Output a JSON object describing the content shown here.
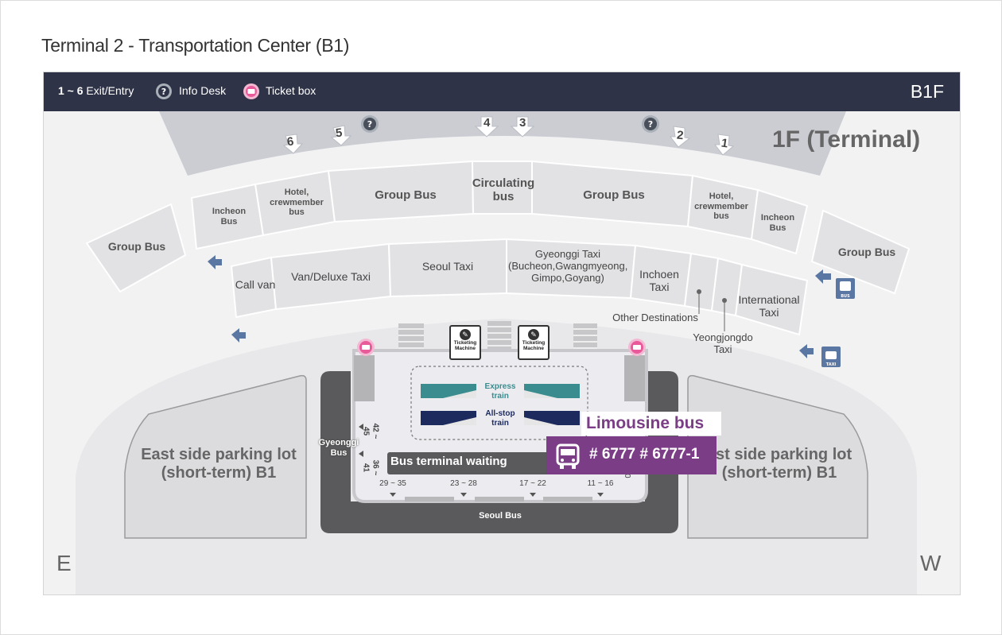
{
  "title": "Terminal 2 - Transportation Center (B1)",
  "legend": {
    "exit_range": "1 ~ 6",
    "exit_label": "Exit/Entry",
    "info_label": "Info Desk",
    "ticket_label": "Ticket box"
  },
  "floor": "B1F",
  "terminal_label": "1F (Terminal)",
  "exits": [
    "6",
    "5",
    "4",
    "3",
    "2",
    "1"
  ],
  "zones": {
    "group_bus_left": "Group Bus",
    "incheon_bus_left": "Incheon Bus",
    "hotel_left": "Hotel, crewmember bus",
    "group_bus_mid_left": "Group Bus",
    "circulating": "Circulating bus",
    "group_bus_mid_right": "Group Bus",
    "hotel_right": "Hotel, crewmember bus",
    "incheon_bus_right": "Incheon Bus",
    "group_bus_right": "Group Bus",
    "call_van": "Call van",
    "van_deluxe": "Van/Deluxe Taxi",
    "seoul_taxi": "Seoul Taxi",
    "gyeonggi_taxi": "Gyeonggi Taxi (Bucheon,Gwangmyeong, Gimpo,Goyang)",
    "incheon_taxi": "Inchoen Taxi",
    "international_taxi": "International Taxi",
    "other_destinations": "Other Destinations",
    "yeongjongdo_taxi": "Yeongjongdo Taxi"
  },
  "ticketing_machine": "Ticketing Machine",
  "trains": {
    "express": "Express train",
    "allstop": "All-stop train"
  },
  "bus_terminal": {
    "waiting": "Bus terminal waiting",
    "gyeonggi_bus": "Gyeonggi Bus",
    "seoul_bus": "Seoul Bus",
    "platforms_left": [
      "42 ~ 45",
      "36 ~ 41"
    ],
    "platforms_bottom": [
      "29 ~ 35",
      "23 ~ 28",
      "17 ~ 22",
      "11 ~ 16"
    ],
    "platform_edge": "0"
  },
  "parking": {
    "east": "East side parking lot (short-term) B1",
    "west": "est side parking lot (short-term) B1"
  },
  "compass": {
    "east": "E",
    "west": "W"
  },
  "limousine": {
    "title": "Limousine bus",
    "numbers": "# 6777  # 6777-1"
  },
  "icons": {
    "bus_icon_text": "BUS",
    "taxi_icon_text": "TAXI"
  },
  "colors": {
    "header": "#2f3347",
    "limousine": "#7b3e86",
    "ticket": "#e85a9a",
    "express": "#3a8c8e",
    "allstop": "#1c2a5e",
    "arrow": "#5a76a3"
  }
}
